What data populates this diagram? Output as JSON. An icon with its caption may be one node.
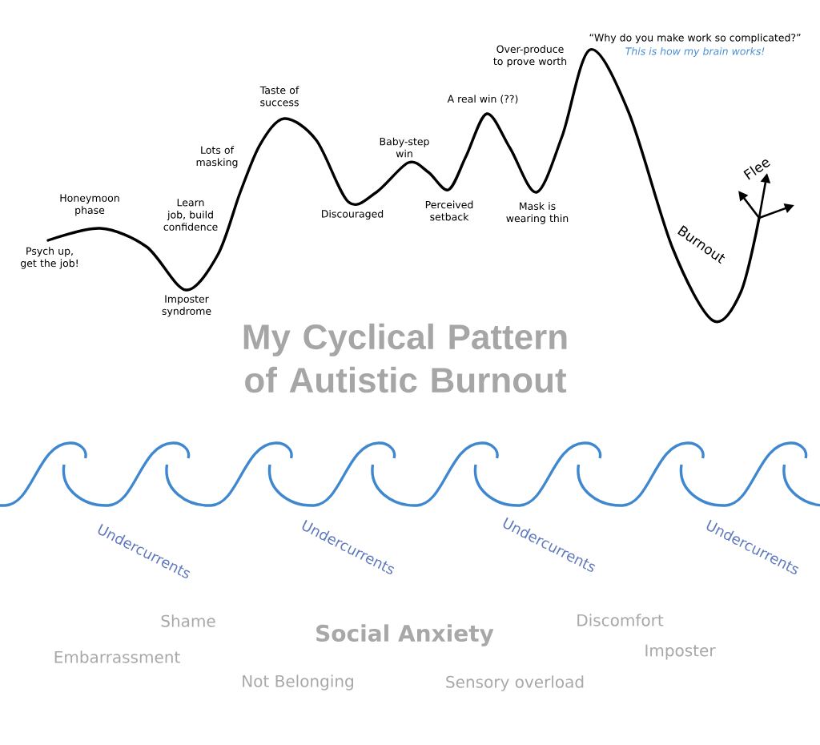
{
  "diagram": {
    "title": "My Cyclical Pattern of Autistic Burnout",
    "labels": [
      "Psych up, get the job!",
      "Honeymoon phase",
      "Learn job, build confidence",
      "Imposter syndrome",
      "Lots of masking",
      "Taste of success",
      "Discouraged",
      "Baby-step win",
      "Perceived setback",
      "A real win (??)",
      "Mask is wearing thin",
      "Over-produce to prove worth",
      "“Why do you make work so complicated?”",
      "This is how my brain works!",
      "Burnout",
      "Flee",
      "Undercurrents",
      "Undercurrents",
      "Undercurrents",
      "Undercurrents",
      "Shame",
      "Discomfort",
      "Social Anxiety",
      "Embarrassment",
      "Imposter",
      "Not Belonging",
      "Sensory overload"
    ]
  }
}
